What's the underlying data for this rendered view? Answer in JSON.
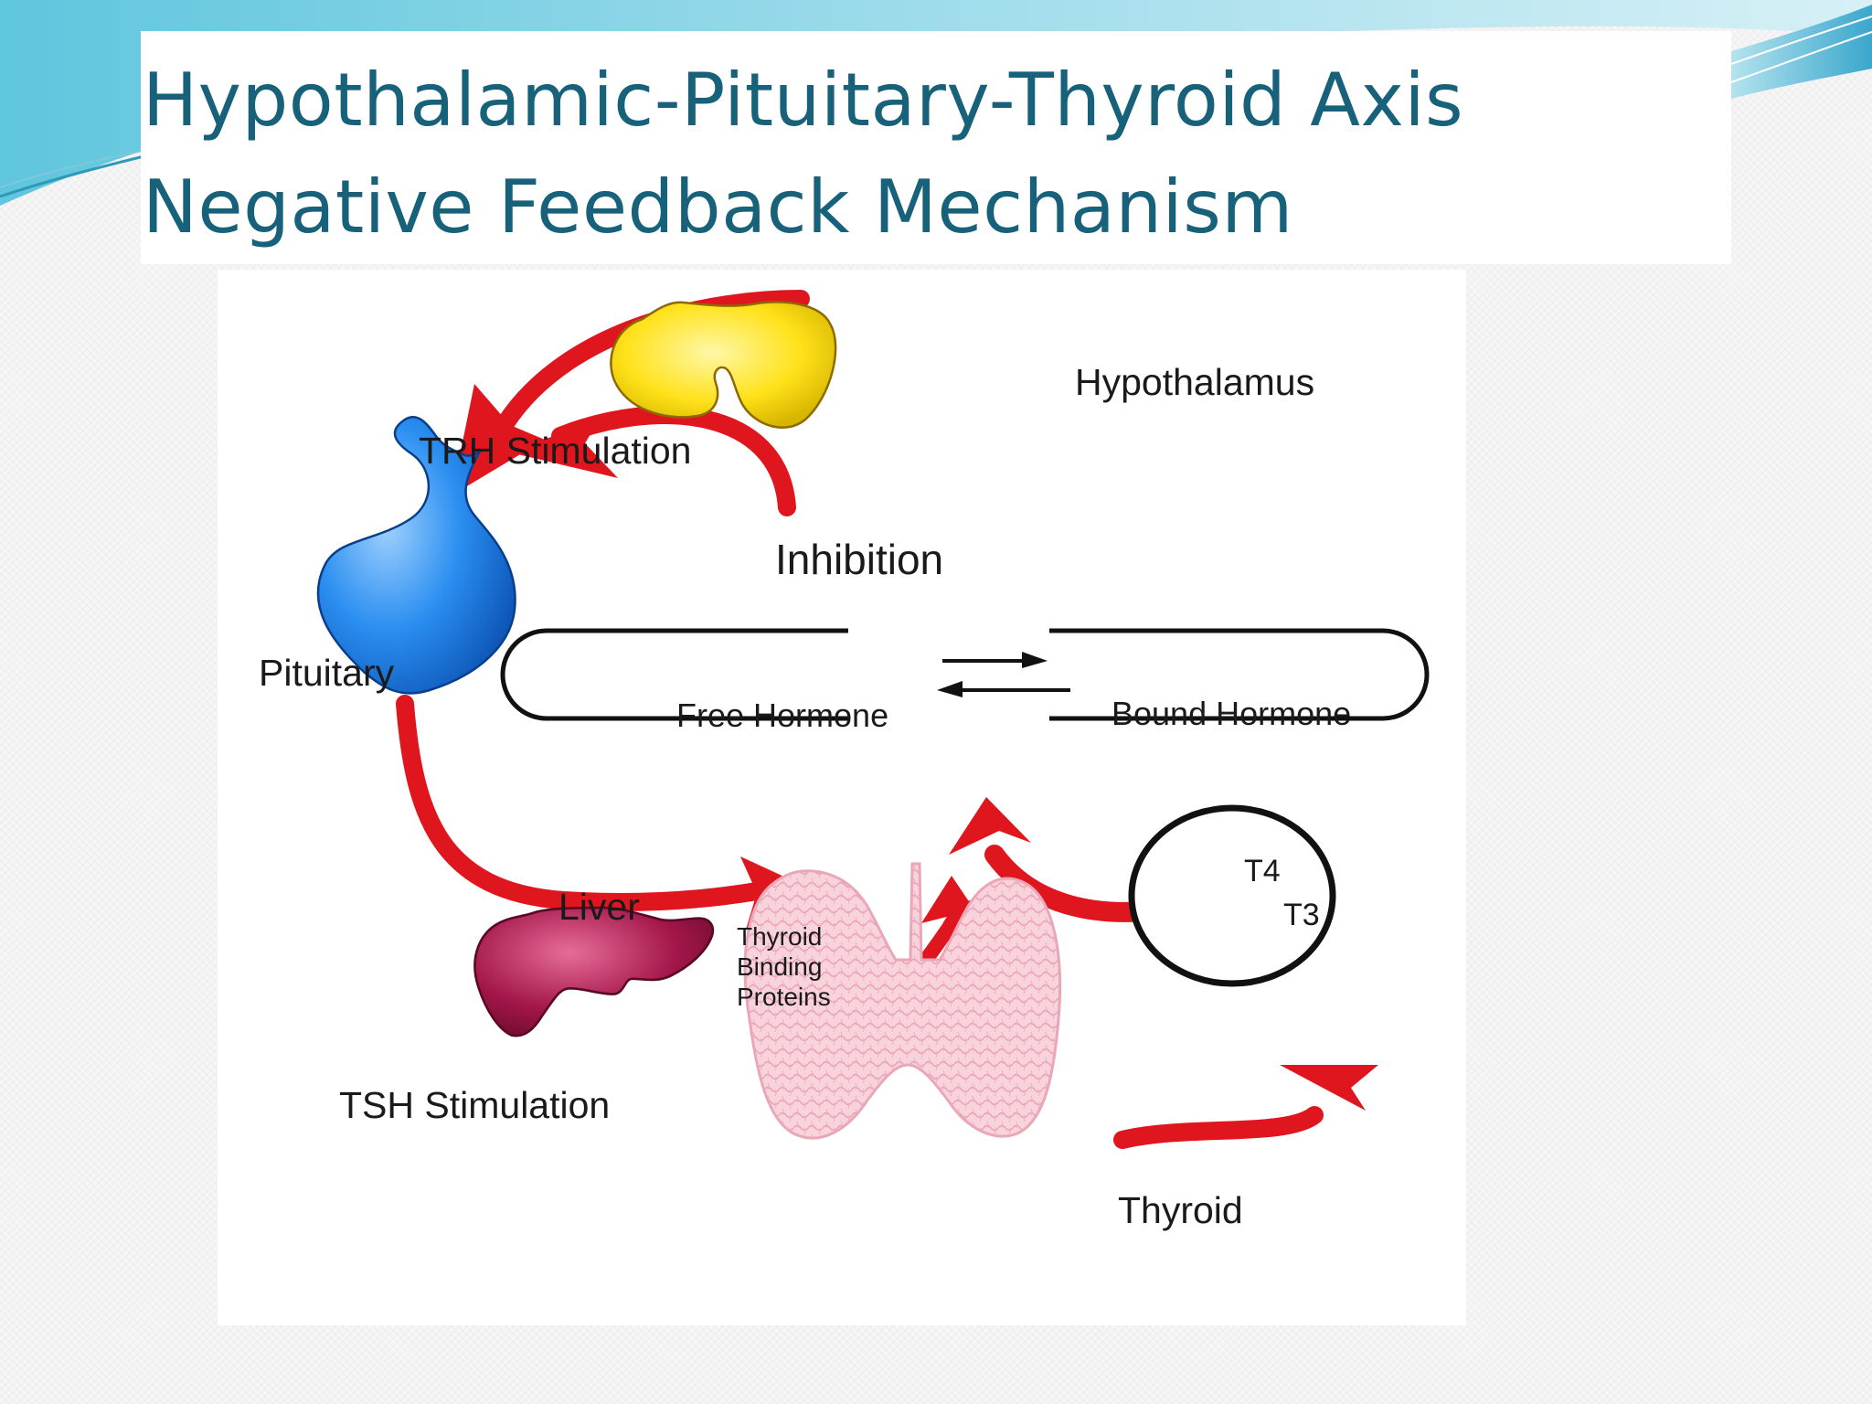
{
  "slide": {
    "title_line1": "Hypothalamic-Pituitary-Thyroid Axis",
    "title_line2": "Negative Feedback Mechanism"
  },
  "diagram": {
    "hypothalamus": "Hypothalamus",
    "trh_stimulation": "TRH Stimulation",
    "inhibition": "Inhibition",
    "pituitary": "Pituitary",
    "free_hormone": "Free Hormone",
    "bound_hormone": "Bound Hormone",
    "liver": "Liver",
    "binding_proteins": [
      "Thyroid",
      "Binding",
      "Proteins"
    ],
    "t4": "T4",
    "t3": "T3",
    "tsh_stimulation": "TSH Stimulation",
    "thyroid": "Thyroid"
  },
  "colors": {
    "title": "#17627a",
    "arrow": "#e0161e",
    "hypothalamus": "#ffe21a",
    "pituitary": "#1c7fe6",
    "liver": "#a3164a",
    "thyroid": "#f7c6d1"
  },
  "icons": [
    "hypothalamus-illustration",
    "pituitary-illustration",
    "liver-illustration",
    "thyroid-illustration",
    "equilibrium-arrows-icon"
  ]
}
